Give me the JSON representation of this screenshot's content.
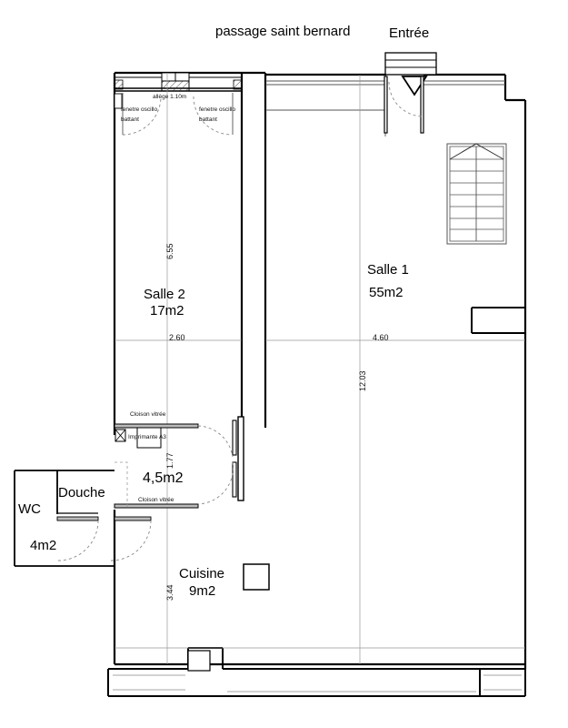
{
  "plan": {
    "street_label": "passage saint bernard",
    "entry_label": "Entrée",
    "rooms": [
      {
        "key": "salle2",
        "name": "Salle 2",
        "area": "17m2"
      },
      {
        "key": "salle1",
        "name": "Salle 1",
        "area": "55m2"
      },
      {
        "key": "bureau",
        "name": "",
        "area": "4,5m2"
      },
      {
        "key": "cuisine",
        "name": "Cuisine",
        "area": "9m2"
      },
      {
        "key": "wc",
        "name": "WC",
        "area": "4m2"
      },
      {
        "key": "douche",
        "name": "Douche",
        "area": ""
      }
    ],
    "room_labels": {
      "salle2_name": "Salle 2",
      "salle2_area": "17m2",
      "salle1_name": "Salle 1",
      "salle1_area": "55m2",
      "bureau_area": "4,5m2",
      "cuisine_name": "Cuisine",
      "cuisine_area": "9m2",
      "wc_name": "WC",
      "wc_area": "4m2",
      "douche_name": "Douche"
    },
    "dimensions": {
      "salle2_height": "6.55",
      "salle2_width": "2.60",
      "salle1_width": "4.60",
      "salle1_height": "12.03",
      "bureau_height": "1.77",
      "cuisine_height": "3.44"
    },
    "annotations": {
      "sill_height": "allège 1.10m",
      "window_left_line1": "fenetre oscillo",
      "window_left_line2": "battant",
      "window_right_line1": "fenetre oscillo",
      "window_right_line2": "battant",
      "glass_partition_top": "Cloison vitrée",
      "glass_partition_bottom": "Cloison vitrée",
      "printer": "Imprimante A3"
    },
    "colors": {
      "wall": "#000000",
      "thin_line": "#555555",
      "hatch": "#333333",
      "door_swing": "#888888",
      "background": "#ffffff",
      "door_leaf": "#aaaaaa"
    }
  }
}
